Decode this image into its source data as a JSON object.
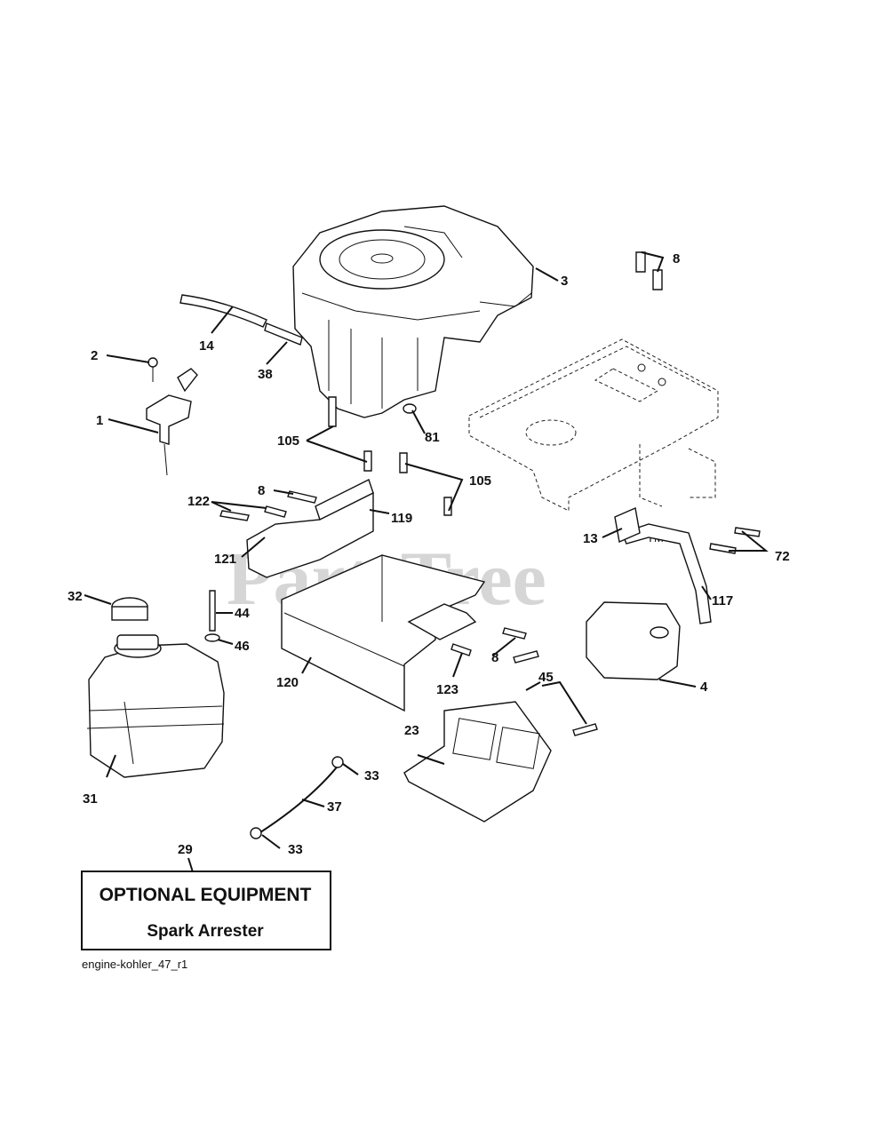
{
  "watermark": "PartsTree",
  "watermark_mark": "TM",
  "optional_box": {
    "callout": "29",
    "title": "OPTIONAL EQUIPMENT",
    "subtitle": "Spark Arrester"
  },
  "caption": "engine-kohler_47_r1",
  "callouts": {
    "c1": "1",
    "c2": "2",
    "c3": "3",
    "c4": "4",
    "c8a": "8",
    "c8b": "8",
    "c8c": "8",
    "c13": "13",
    "c14": "14",
    "c23": "23",
    "c31": "31",
    "c32": "32",
    "c33a": "33",
    "c33b": "33",
    "c37": "37",
    "c38": "38",
    "c44": "44",
    "c45": "45",
    "c46": "46",
    "c72": "72",
    "c81": "81",
    "c105a": "105",
    "c105b": "105",
    "c117": "117",
    "c119": "119",
    "c120": "120",
    "c121": "121",
    "c122": "122",
    "c123": "123"
  }
}
